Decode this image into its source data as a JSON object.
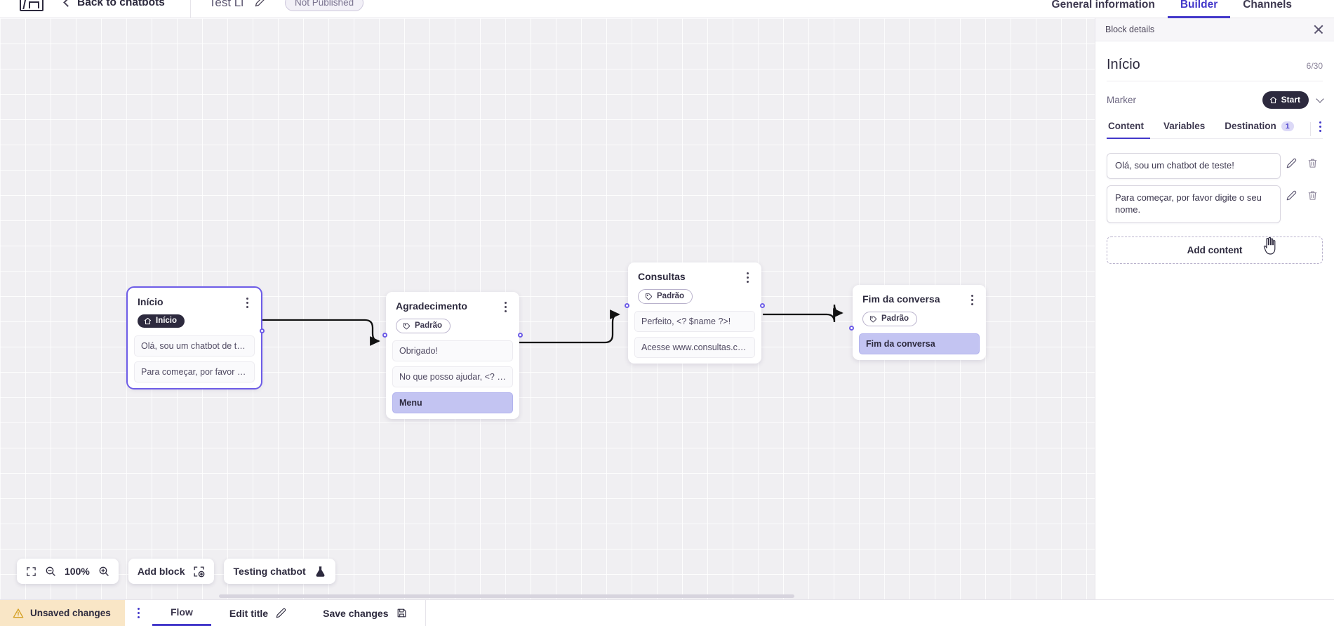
{
  "header": {
    "logo_icon": "app-logo-icon",
    "back_label": "Back to chatbots",
    "bot_title": "Test Li",
    "edit_title_icon": "pencil-icon",
    "publish_status": "Not Published",
    "tabs": [
      {
        "label": "General information",
        "active": false
      },
      {
        "label": "Builder",
        "active": true
      },
      {
        "label": "Channels",
        "active": false
      }
    ]
  },
  "canvas": {
    "zoom_level": "100%",
    "fit_icon": "fit-screen-icon",
    "zoom_out_icon": "zoom-out-icon",
    "zoom_in_icon": "zoom-in-icon",
    "add_block_label": "Add block",
    "add_block_icon": "add-block-icon",
    "testing_label": "Testing chatbot",
    "testing_icon": "flask-icon",
    "nodes": [
      {
        "id": "inicio",
        "title": "Início",
        "badge": "Início",
        "badge_icon": "home-icon",
        "badge_type": "start",
        "selected": true,
        "items": [
          {
            "text": "Olá, sou um chatbot de teste!",
            "highlight": false
          },
          {
            "text": "Para começar, por favor digite o ...",
            "highlight": false
          }
        ]
      },
      {
        "id": "agradecimento",
        "title": "Agradecimento",
        "badge": "Padrão",
        "badge_icon": "tag-icon",
        "badge_type": "default",
        "selected": false,
        "items": [
          {
            "text": "Obrigado!",
            "highlight": false
          },
          {
            "text": "No que posso ajudar, <? $name ...",
            "highlight": false
          },
          {
            "text": "Menu",
            "highlight": true
          }
        ]
      },
      {
        "id": "consultas",
        "title": "Consultas",
        "badge": "Padrão",
        "badge_icon": "tag-icon",
        "badge_type": "default",
        "selected": false,
        "items": [
          {
            "text": "Perfeito, <? $name ?>!",
            "highlight": false
          },
          {
            "text": "Acesse www.consultas.com par...",
            "highlight": false
          }
        ]
      },
      {
        "id": "fim",
        "title": "Fim da conversa",
        "badge": "Padrão",
        "badge_icon": "tag-icon",
        "badge_type": "default",
        "selected": false,
        "items": [
          {
            "text": "Fim da conversa",
            "highlight": true
          }
        ]
      }
    ]
  },
  "panel": {
    "header_label": "Block details",
    "close_icon": "close-icon",
    "block_title": "Início",
    "char_count": "6/30",
    "marker_label": "Marker",
    "marker_value": "Start",
    "marker_icon": "home-icon",
    "marker_chevron_icon": "chevron-down-icon",
    "tabs": [
      {
        "label": "Content",
        "active": true,
        "count": null
      },
      {
        "label": "Variables",
        "active": false,
        "count": null
      },
      {
        "label": "Destination",
        "active": false,
        "count": "1"
      }
    ],
    "kebab_icon": "more-vertical-icon",
    "contents": [
      {
        "text": "Olá, sou um chatbot de teste!",
        "edit_icon": "pencil-icon",
        "delete_icon": "trash-icon"
      },
      {
        "text": "Para começar, por favor digite o seu nome.",
        "edit_icon": "pencil-icon",
        "delete_icon": "trash-icon"
      }
    ],
    "add_content_label": "Add content"
  },
  "statusbar": {
    "unsaved_label": "Unsaved changes",
    "warning_icon": "warning-icon",
    "kebab_icon": "more-vertical-icon",
    "flow_tab": "Flow",
    "edit_title_label": "Edit title",
    "edit_title_icon": "pencil-icon",
    "save_label": "Save changes",
    "save_icon": "save-icon"
  },
  "colors": {
    "accent": "#4338ca",
    "node_accent": "#6d5ce7",
    "highlight": "#c3c4f2",
    "dark": "#2d2a3e",
    "warning_bg": "#f9e6c6"
  }
}
